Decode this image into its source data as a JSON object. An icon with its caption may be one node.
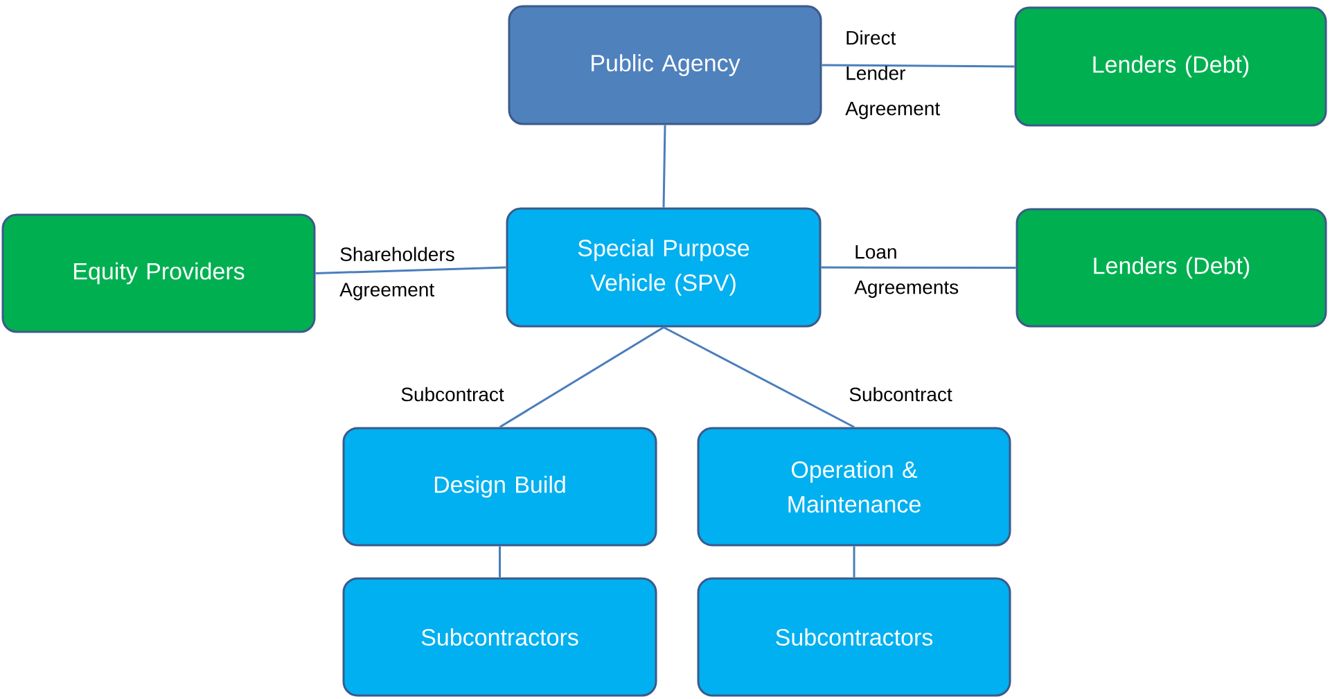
{
  "diagram": {
    "nodes": [
      {
        "text": [
          "Public Agency"
        ]
      },
      {
        "text": [
          "Lenders (Debt)"
        ]
      },
      {
        "text": [
          "Equity Providers"
        ]
      },
      {
        "text": [
          "Special Purpose Vehicle (SPV)"
        ]
      },
      {
        "text": [
          "Lenders (Debt)"
        ]
      },
      {
        "text": [
          "Design Build"
        ]
      },
      {
        "text": [
          "Operation & Maintenance"
        ]
      },
      {
        "text": [
          "Subcontractors"
        ]
      },
      {
        "text": [
          "Subcontractors"
        ]
      }
    ],
    "edges": [
      {
        "from": 0,
        "to": 1,
        "arrow": "none",
        "label": "Direct Lender Agreement"
      },
      {
        "from": 0,
        "to": 3,
        "arrow": "none"
      },
      {
        "from": 2,
        "to": 3,
        "arrow": "none",
        "label": "Shareholders Agreement"
      },
      {
        "from": 3,
        "to": 4,
        "arrow": "none",
        "label": "Loan Agreements"
      },
      {
        "from": 3,
        "to": 5,
        "arrow": "none",
        "label": "Subcontract"
      },
      {
        "from": 3,
        "to": 6,
        "arrow": "none",
        "label": "Subcontract"
      },
      {
        "from": 5,
        "to": 7,
        "arrow": "none"
      },
      {
        "from": 6,
        "to": 8,
        "arrow": "none"
      }
    ]
  }
}
